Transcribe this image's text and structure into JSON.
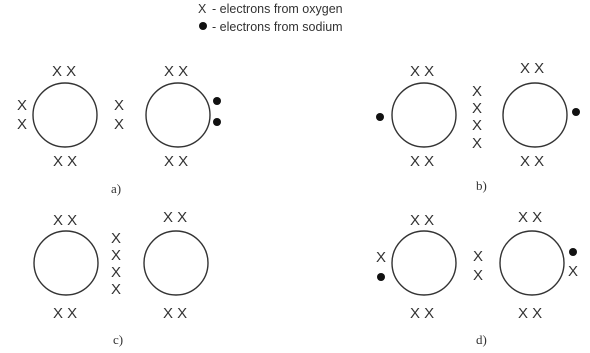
{
  "legend": {
    "oxygen_symbol": "X",
    "oxygen_text": "- electrons from oxygen",
    "sodium_text": "- electrons from sodium"
  },
  "panels": [
    {
      "label": "a)"
    },
    {
      "label": "b)"
    },
    {
      "label": "c)"
    },
    {
      "label": "d)"
    }
  ],
  "colors": {
    "stroke": "#333333",
    "dot": "#111111"
  }
}
